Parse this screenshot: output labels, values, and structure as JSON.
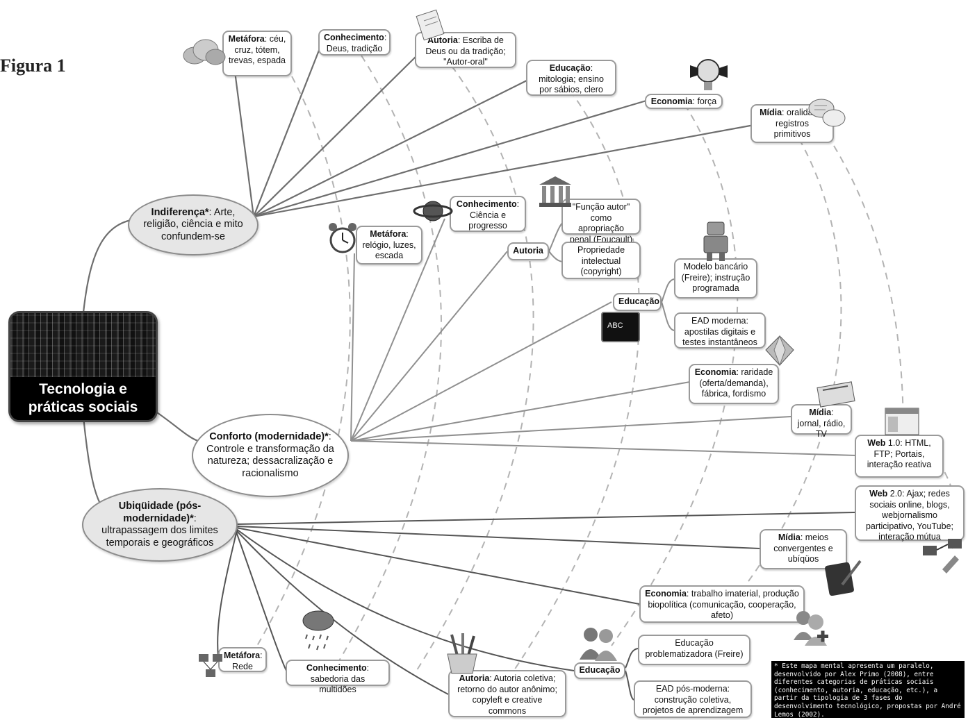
{
  "figure_label": "Figura 1",
  "center": {
    "line1": "Tecnologia e",
    "line2": "práticas sociais"
  },
  "phases": {
    "indiferenca": {
      "bold": "Indiferença*",
      "text": ": Arte, religião, ciência e mito confundem-se"
    },
    "conforto": {
      "bold": "Conforto (modernidade)*",
      "text": ": Controle e transformação da natureza; dessacralização e racionalismo"
    },
    "ubiquidade": {
      "bold": "Ubiqüidade (pós-modernidade)*",
      "text": ": ultrapassagem dos limites temporais e geográficos"
    }
  },
  "indiferenca_nodes": {
    "metafora": {
      "bold": "Metáfora",
      "text": ": céu, cruz, tótem, trevas, espada"
    },
    "conhecimento": {
      "bold": "Conhecimento",
      "text": ": Deus, tradição"
    },
    "autoria": {
      "bold": "Autoria",
      "text": ": Escriba de Deus ou da tradição; \"Autor-oral\""
    },
    "educacao": {
      "bold": "Educação",
      "text": ": mitologia; ensino por sábios, clero"
    },
    "economia": {
      "bold": "Economia",
      "text": ": força"
    },
    "midia": {
      "bold": "Mídia",
      "text": ": oralidade, registros primitivos"
    }
  },
  "conforto_nodes": {
    "metafora": {
      "bold": "Metáfora",
      "text": ": relógio, luzes, escada"
    },
    "conhecimento": {
      "bold": "Conhecimento",
      "text": ": Ciência e progresso"
    },
    "autoria": {
      "bold": "Autoria"
    },
    "autoria_funcao": "\"Função autor\" como apropriação penal (Foucault)",
    "autoria_propriedade": "Propriedade intelectual (copyright)",
    "educacao": {
      "bold": "Educação"
    },
    "educacao_bancario": "Modelo bancário (Freire); instrução programada",
    "educacao_ead": "EAD moderna: apostilas digitais e testes instantâneos",
    "economia": {
      "bold": "Economia",
      "text": ": raridade (oferta/demanda), fábrica, fordismo"
    },
    "midia": {
      "bold": "Mídia",
      "text": ": jornal, rádio, TV"
    }
  },
  "ubiquidade_nodes": {
    "web1": {
      "bold": "Web",
      "text": " 1.0: HTML, FTP; Portais, interação reativa"
    },
    "web2": {
      "bold": "Web",
      "text": " 2.0: Ajax; redes sociais online, blogs, webjornalismo participativo, YouTube; interação mútua"
    },
    "midia": {
      "bold": "Mídia",
      "text": ": meios convergentes e ubíqüos"
    },
    "economia": {
      "bold": "Economia",
      "text": ": trabalho imaterial, produção biopolítica (comunicação, cooperação, afeto)"
    },
    "educacao": {
      "bold": "Educação"
    },
    "educacao_problem": "Educação problematizadora (Freire)",
    "educacao_ead": "EAD pós-moderna: construção coletiva, projetos de aprendizagem",
    "autoria": {
      "bold": "Autoria",
      "text": ": Autoria coletiva; retorno do autor anônimo; copyleft e creative commons"
    },
    "conhecimento": {
      "bold": "Conhecimento",
      "text": ": sabedoria das multidões"
    },
    "metafora": {
      "bold": "Metáfora",
      "text": ": Rede"
    }
  },
  "footnote": "* Este mapa mental apresenta um paralelo, desenvolvido por Alex Primo (2008), entre diferentes categorias de práticas sociais (conhecimento, autoria, educação, etc.), a partir da tipologia de 3 fases do desenvolvimento tecnológico, propostas por André Lemos (2002).",
  "icons": [
    "cloud-icon",
    "scroll-icon",
    "megaphone-icon",
    "speech-bubbles-icon",
    "planet-icon",
    "alarm-clock-icon",
    "museum-icon",
    "robot-icon",
    "chalkboard-icon",
    "gem-icon",
    "newspaper-icon",
    "window-icon",
    "network-icon",
    "tablet-pen-icon",
    "add-user-icon",
    "users-icon",
    "pencils-cup-icon",
    "brain-cloud-icon",
    "computers-network-icon"
  ]
}
